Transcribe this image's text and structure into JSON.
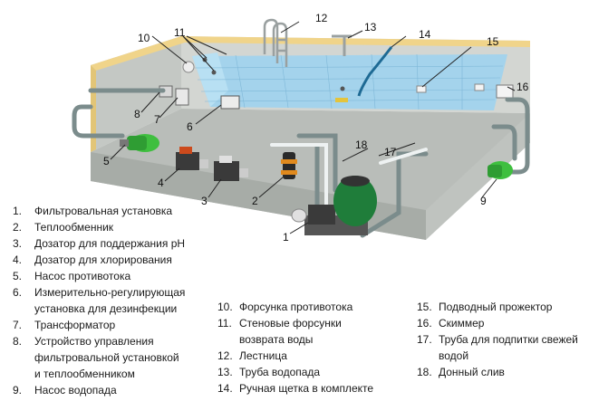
{
  "colors": {
    "wall": "#cfd2cf",
    "wall_dark": "#aeb2ae",
    "coping": "#f0d48a",
    "water": "#9fd3ee",
    "tile_line": "#7fb8d8",
    "pipe": "#7b8c8c",
    "pump_green": "#3fbf3f",
    "filter_green": "#1f7d3a",
    "device_dark": "#3a3a3a"
  },
  "callouts": [
    {
      "id": "1",
      "label": "1"
    },
    {
      "id": "2",
      "label": "2"
    },
    {
      "id": "3",
      "label": "3"
    },
    {
      "id": "4",
      "label": "4"
    },
    {
      "id": "5",
      "label": "5"
    },
    {
      "id": "6",
      "label": "6"
    },
    {
      "id": "7",
      "label": "7"
    },
    {
      "id": "8",
      "label": "8"
    },
    {
      "id": "9",
      "label": "9"
    },
    {
      "id": "10",
      "label": "10"
    },
    {
      "id": "11",
      "label": "11"
    },
    {
      "id": "12",
      "label": "12"
    },
    {
      "id": "13",
      "label": "13"
    },
    {
      "id": "14",
      "label": "14"
    },
    {
      "id": "15",
      "label": "15"
    },
    {
      "id": "16",
      "label": "16"
    },
    {
      "id": "17",
      "label": "17"
    },
    {
      "id": "18",
      "label": "18"
    }
  ],
  "legend": [
    [
      {
        "num": "1.",
        "lines": [
          "Фильтровальная установка"
        ]
      },
      {
        "num": "2.",
        "lines": [
          "Теплообменник"
        ]
      },
      {
        "num": "3.",
        "lines": [
          "Дозатор для поддержания pH"
        ]
      },
      {
        "num": "4.",
        "lines": [
          "Дозатор для хлорирования"
        ]
      },
      {
        "num": "5.",
        "lines": [
          "Насос противотока"
        ]
      },
      {
        "num": "6.",
        "lines": [
          "Измерительно-регулирующая",
          "установка для дезинфекции"
        ]
      },
      {
        "num": "7.",
        "lines": [
          "Трансформатор"
        ]
      },
      {
        "num": "8.",
        "lines": [
          "Устройство управления",
          "фильтровальной установкой",
          "и теплообменником"
        ]
      },
      {
        "num": "9.",
        "lines": [
          "Насос водопада"
        ]
      }
    ],
    [
      {
        "num": "10.",
        "lines": [
          "Форсунка противотока"
        ]
      },
      {
        "num": "11.",
        "lines": [
          "Стеновые форсунки",
          "возврата воды"
        ]
      },
      {
        "num": "12.",
        "lines": [
          "Лестница"
        ]
      },
      {
        "num": "13.",
        "lines": [
          "Труба водопада"
        ]
      },
      {
        "num": "14.",
        "lines": [
          "Ручная щетка в комплекте"
        ]
      }
    ],
    [
      {
        "num": "15.",
        "lines": [
          "Подводный прожектор"
        ]
      },
      {
        "num": "16.",
        "lines": [
          "Скиммер"
        ]
      },
      {
        "num": "17.",
        "lines": [
          "Труба для подпитки свежей",
          "водой"
        ]
      },
      {
        "num": "18.",
        "lines": [
          "Донный слив"
        ]
      }
    ]
  ]
}
